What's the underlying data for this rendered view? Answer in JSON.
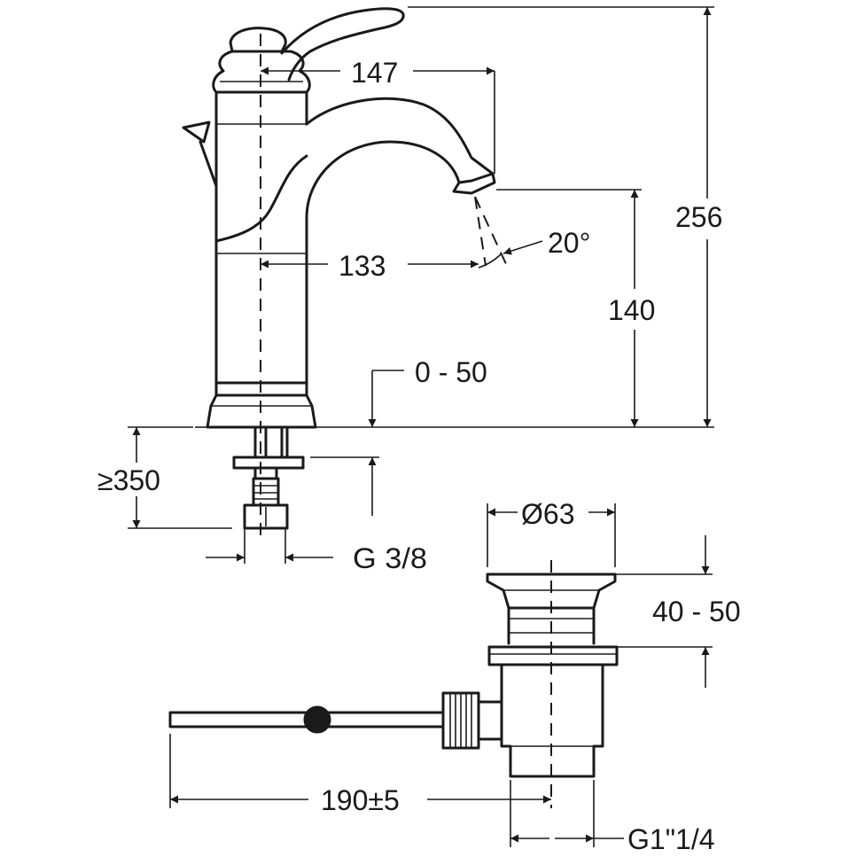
{
  "diagram": {
    "colors": {
      "line": "#1a1a1a",
      "background": "#ffffff"
    },
    "dimensions": {
      "spout_reach": "147",
      "total_height": "256",
      "angle": "20°",
      "spout_center": "133",
      "spout_height": "140",
      "deck_thickness": "0 - 50",
      "hose_length": "≥350",
      "inlet_thread": "G 3/8",
      "drain_diameter": "Ø63",
      "drain_height": "40 - 50",
      "rod_length": "190±5",
      "drain_thread": "G1\"1/4"
    }
  }
}
